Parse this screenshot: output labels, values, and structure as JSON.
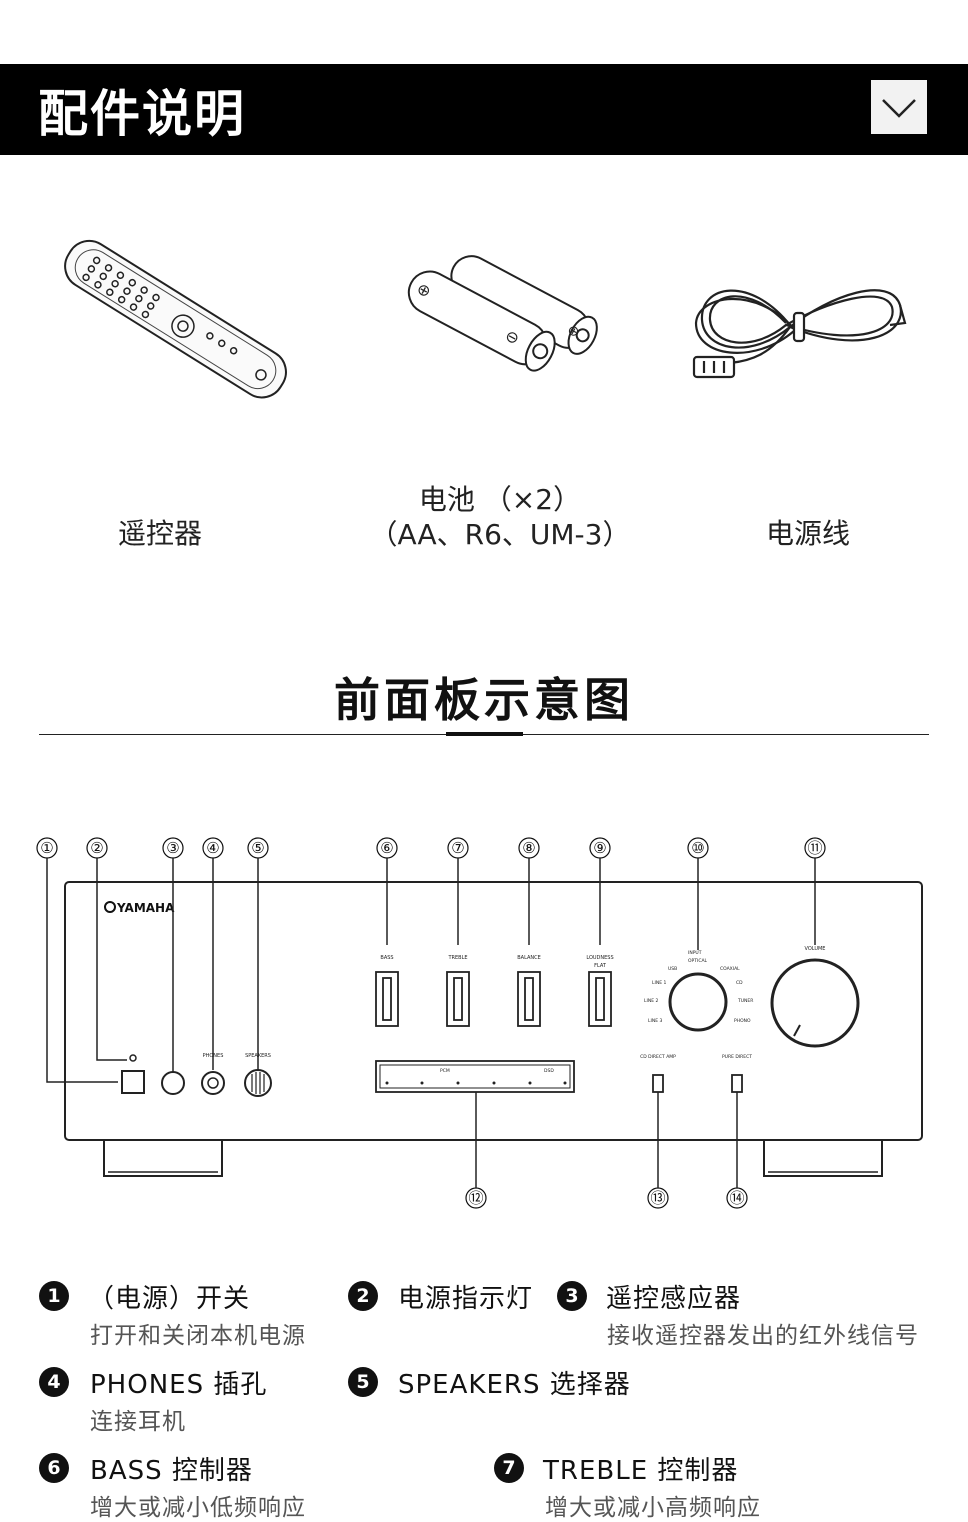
{
  "header": {
    "title": "配件说明",
    "toggle_icon": "chevron-down-icon"
  },
  "accessories": [
    {
      "icon": "remote-control-icon",
      "label": "遥控器"
    },
    {
      "icon": "batteries-icon",
      "label_line1": "电池 （×2）",
      "label_line2": "（AA、R6、UM-3）"
    },
    {
      "icon": "power-cord-icon",
      "label": "电源线"
    }
  ],
  "front_panel": {
    "title": "前面板示意图",
    "brand": "YAMAHA",
    "callouts": [
      "①",
      "②",
      "③",
      "④",
      "⑤",
      "⑥",
      "⑦",
      "⑧",
      "⑨",
      "⑩",
      "⑪",
      "⑫",
      "⑬",
      "⑭"
    ],
    "panel_labels": {
      "phones": "PHONES",
      "speakers": "SPEAKERS",
      "bass": "BASS",
      "treble": "TREBLE",
      "balance": "BALANCE",
      "loudness": "LOUDNESS",
      "input": "INPUT",
      "volume": "VOLUME",
      "cd_direct_amp": "CD DIRECT AMP",
      "pure_direct": "PURE DIRECT",
      "flat": "FLAT",
      "optical": "OPTICAL",
      "coaxial": "COAXIAL",
      "usb": "USB",
      "line1": "LINE 1",
      "line2": "LINE 2",
      "line3": "LINE 3",
      "cd": "CD",
      "tuner": "TUNER",
      "phono": "PHONO",
      "pcm": "PCM",
      "dsd": "DSD"
    }
  },
  "legend": [
    {
      "num": "1",
      "title": "（电源）开关",
      "desc": "打开和关闭本机电源"
    },
    {
      "num": "2",
      "title": "电源指示灯",
      "desc": ""
    },
    {
      "num": "3",
      "title": "遥控感应器",
      "desc": "接收遥控器发出的红外线信号"
    },
    {
      "num": "4",
      "title": "PHONES 插孔",
      "desc": "连接耳机"
    },
    {
      "num": "5",
      "title": "SPEAKERS 选择器",
      "desc": ""
    },
    {
      "num": "6",
      "title": "BASS 控制器",
      "desc": "增大或减小低频响应"
    },
    {
      "num": "7",
      "title": "TREBLE 控制器",
      "desc": "增大或减小高频响应"
    }
  ]
}
